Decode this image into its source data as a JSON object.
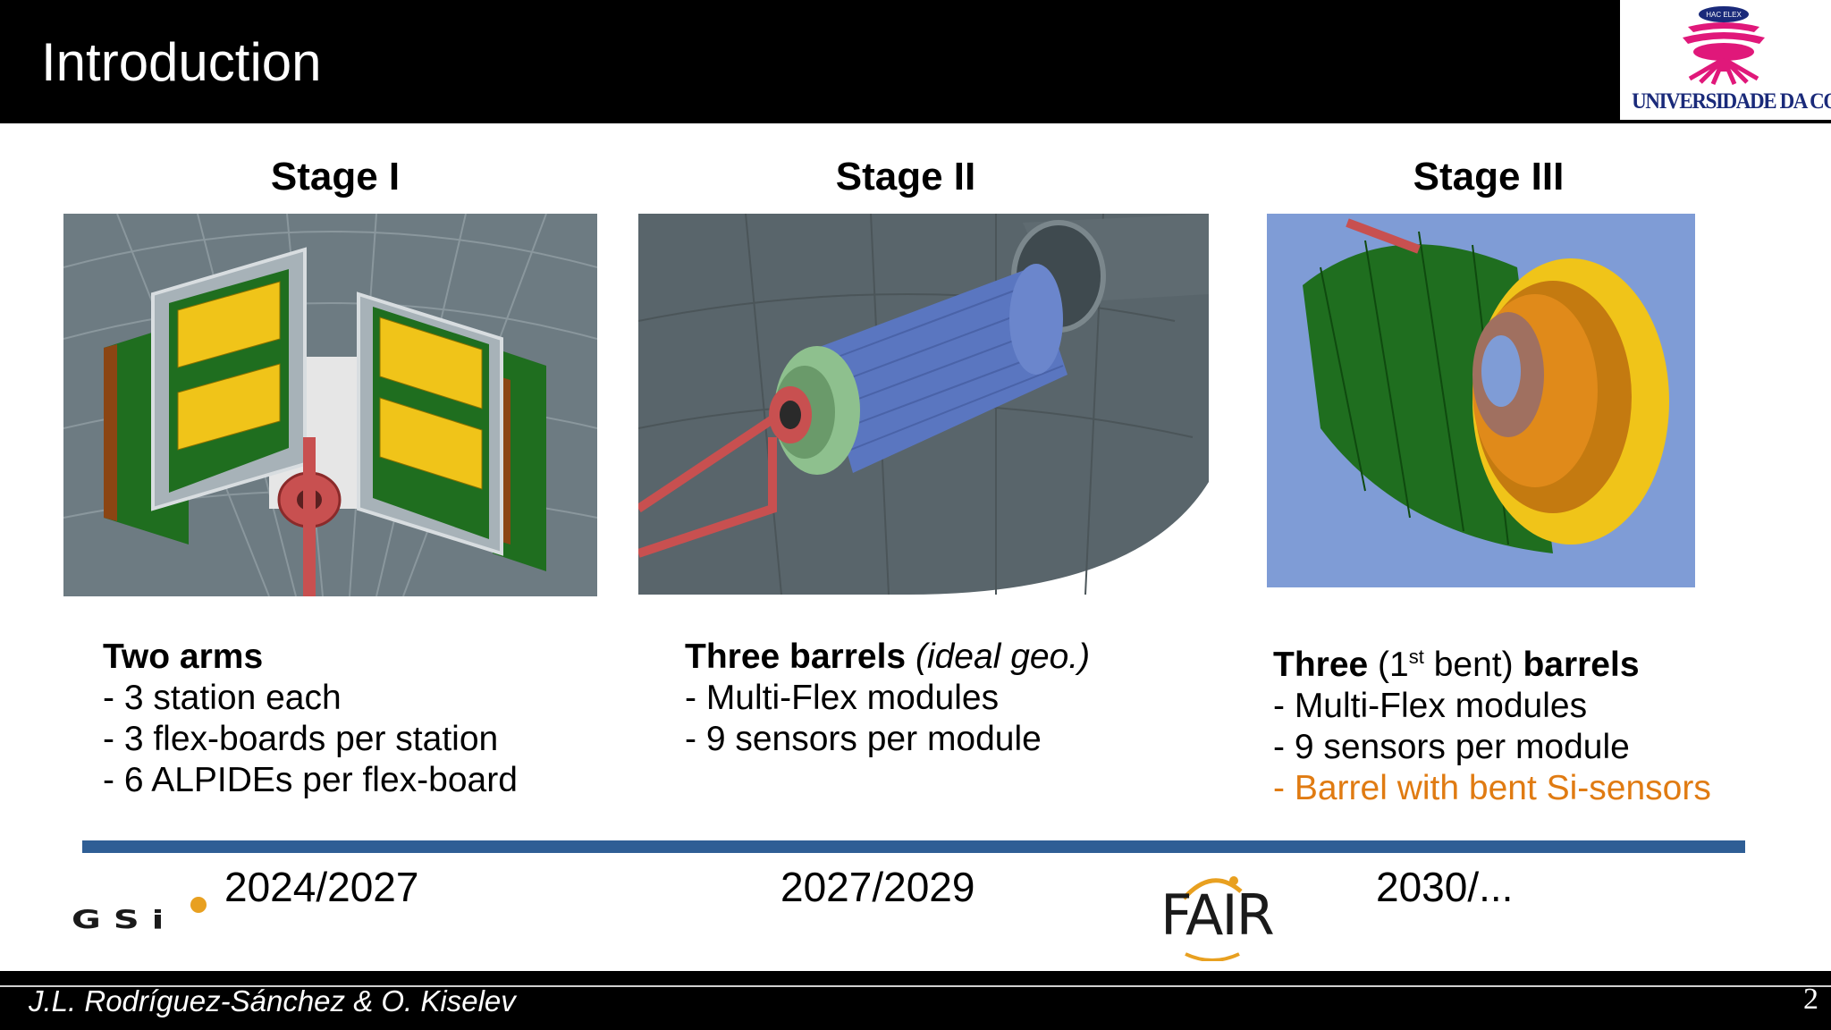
{
  "slide": {
    "title": "Introduction",
    "page_number": "2",
    "author": "J.L. Rodríguez-Sánchez & O. Kiselev"
  },
  "logos": {
    "university": "UNIVERSIDADE DA CORUÑA",
    "university_motto": "HAC ELEX",
    "gsi": "GSi",
    "fair": "FAIR"
  },
  "stages": [
    {
      "title": "Stage I",
      "heading": "Two arms",
      "bullets": [
        "- 3 station each",
        "- 3 flex-boards per station",
        "- 6 ALPIDEs per flex-board"
      ],
      "year": "2024/2027"
    },
    {
      "title": "Stage II",
      "heading_bold": "Three barrels",
      "heading_italic": "(ideal geo.)",
      "bullets": [
        "- Multi-Flex modules",
        "- 9 sensors per module"
      ],
      "year": "2027/2029"
    },
    {
      "title": "Stage III",
      "heading_bold1": "Three",
      "heading_paren_open": "(1",
      "heading_sup": "st",
      "heading_paren_close": " bent)",
      "heading_bold2": "barrels",
      "bullets": [
        "- Multi-Flex modules",
        "- 9 sensors per module"
      ],
      "highlight_bullet": "- Barrel with bent Si-sensors",
      "year": "2030/..."
    }
  ],
  "colors": {
    "timeline": "#2f5e95",
    "highlight": "#e07b12",
    "header": "#000000"
  }
}
